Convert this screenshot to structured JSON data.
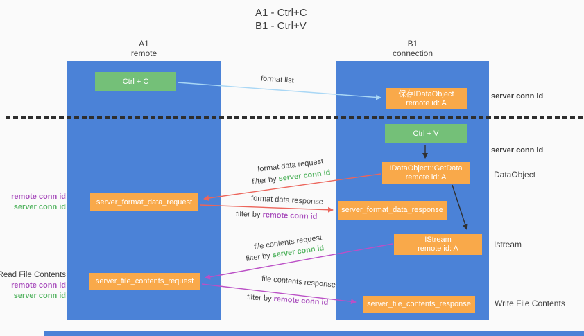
{
  "title": {
    "line1": "A1 - Ctrl+C",
    "line2": "B1 - Ctrl+V"
  },
  "columns": {
    "a1": {
      "name": "A1",
      "role": "remote"
    },
    "b1": {
      "name": "B1",
      "role": "connection"
    }
  },
  "nodes": {
    "ctrl_c": {
      "label": "Ctrl + C"
    },
    "ctrl_v": {
      "label": "Ctrl + V"
    },
    "save_dataobject": {
      "line1": "保存IDataObject",
      "line2": "remote id: A"
    },
    "getdata": {
      "line1": "IDataObject::GetData",
      "line2": "remote id: A"
    },
    "format_request": {
      "label": "server_format_data_request"
    },
    "format_response": {
      "label": "server_format_data_response"
    },
    "istream": {
      "line1": "IStream",
      "line2": "remote id: A"
    },
    "file_request": {
      "label": "server_file_contents_request"
    },
    "file_response": {
      "label": "server_file_contents_response"
    }
  },
  "labels": {
    "format_list": "format list",
    "format_data_request": "format data request",
    "format_data_response": "format data response",
    "file_contents_request": "file contents request",
    "file_contents_response": "file contents response",
    "filter_by": "filter by",
    "server_conn_id": "server conn id",
    "remote_conn_id": "remote conn id",
    "dataobject": "DataObject",
    "istream": "Istream",
    "read_file_contents": "Read File Contents",
    "write_file_contents": "Write File Contents"
  },
  "colors": {
    "column_blue": "#4b82d7",
    "node_green": "#74c078",
    "node_orange": "#f9a94a",
    "arrow_red": "#ec655b",
    "arrow_magenta": "#bb50c6",
    "arrow_blue": "#a9d7f5",
    "arrow_black": "#303030",
    "text_green": "#57b564",
    "text_purple": "#a94fbd",
    "text_dark": "#3f3f3f"
  }
}
